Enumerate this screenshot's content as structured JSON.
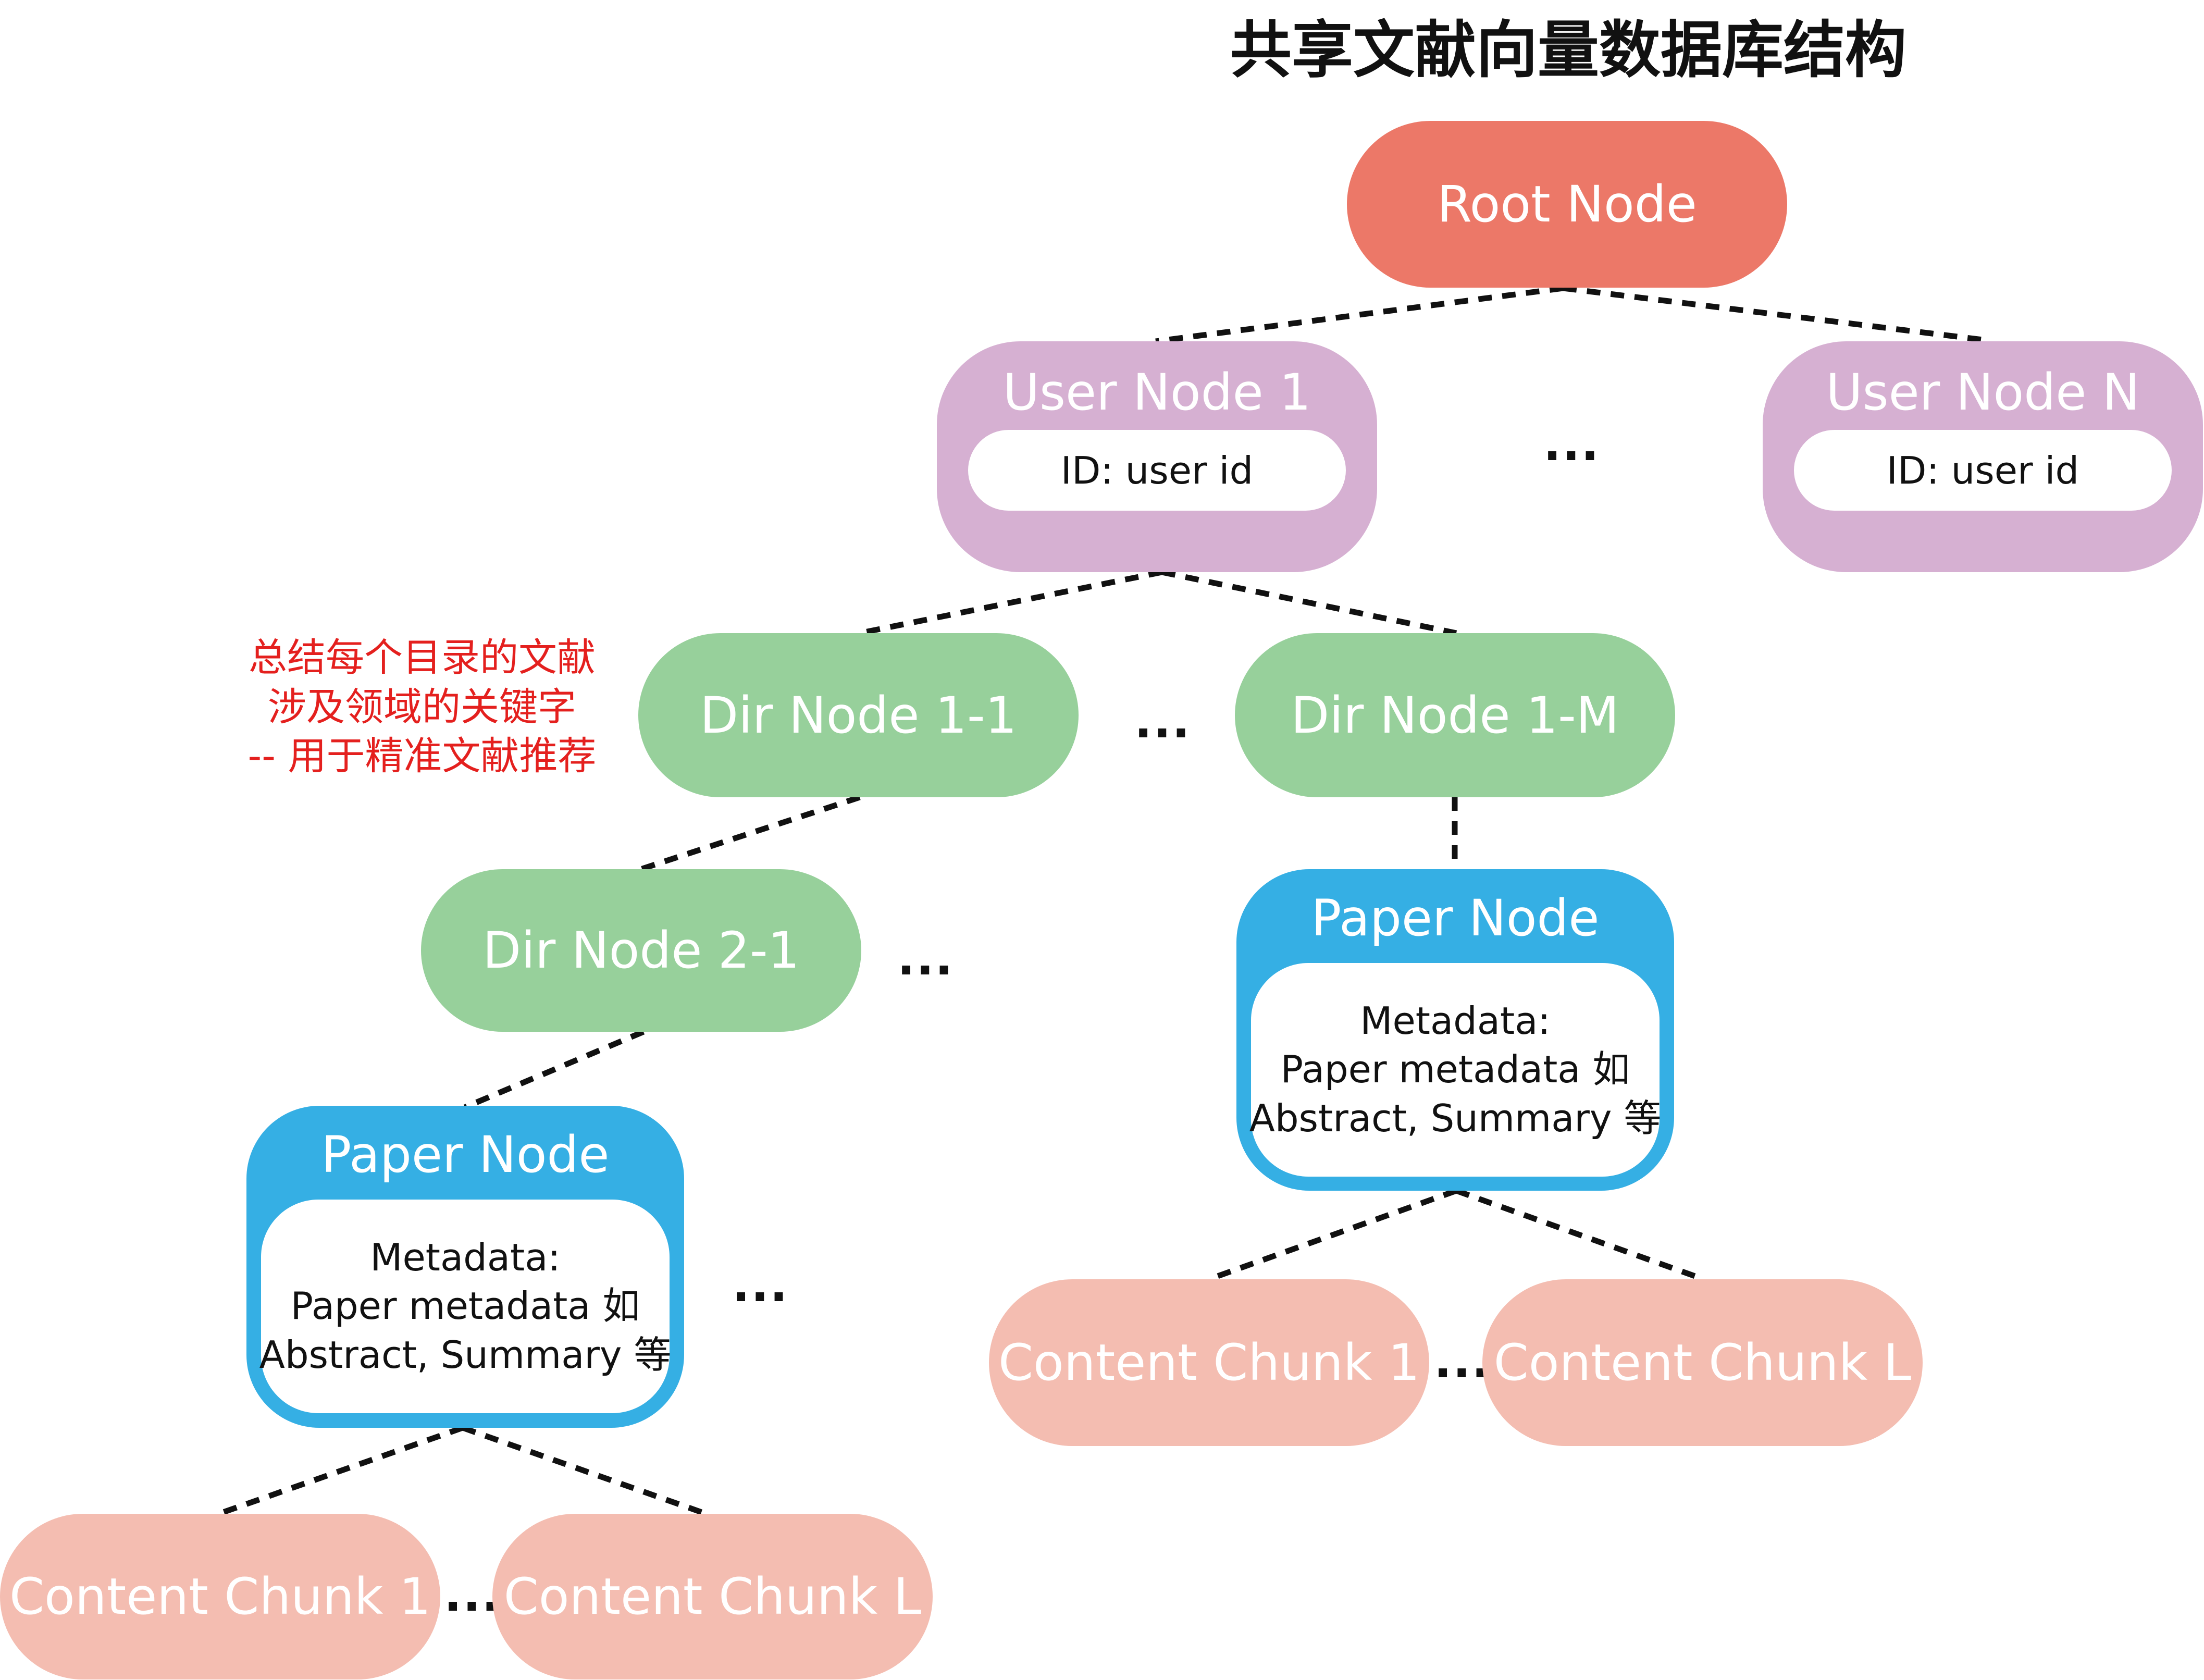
{
  "title": "共享文献向量数据库结构",
  "root": {
    "label": "Root Node"
  },
  "users": [
    {
      "label": "User Node 1",
      "id_text": "ID: user id"
    },
    {
      "label": "User Node N",
      "id_text": "ID: user id"
    }
  ],
  "dirs": {
    "d11": "Dir Node 1-1",
    "d1m": "Dir Node 1-M",
    "d21": "Dir Node 2-1"
  },
  "papers": [
    {
      "label": "Paper Node",
      "meta_lines": [
        "Metadata:",
        "Paper metadata 如",
        "Abstract, Summary 等"
      ]
    },
    {
      "label": "Paper Node",
      "meta_lines": [
        "Metadata:",
        "Paper metadata 如",
        "Abstract, Summary 等"
      ]
    }
  ],
  "chunks": {
    "right_1": "Content Chunk 1",
    "right_l": "Content Chunk L",
    "left_1": "Content Chunk 1",
    "left_l": "Content Chunk L"
  },
  "ellipsis": "...",
  "annotation_lines": [
    "总结每个目录的文献",
    "涉及领域的关键字",
    "-- 用于精准文献推荐"
  ],
  "colors": {
    "root": "#ec7868",
    "user": "#d6b0d2",
    "dir": "#97d09b",
    "paper": "#35afe4",
    "chunk": "#f4bdb1",
    "annotation": "#e4201e"
  }
}
